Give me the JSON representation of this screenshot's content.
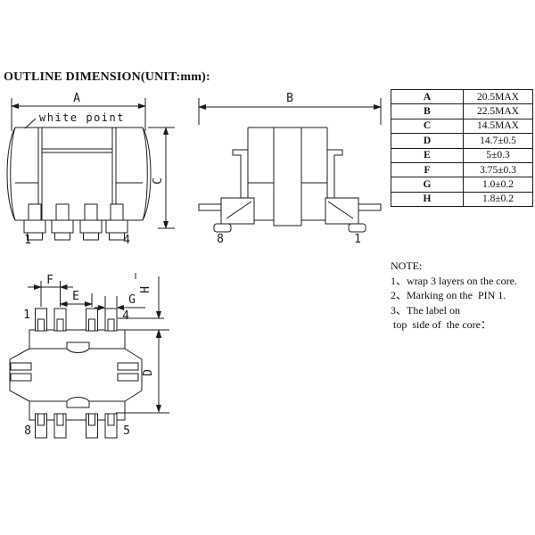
{
  "title": "OUTLINE DIMENSION(UNIT:mm):",
  "views": {
    "front": {
      "dim_a": "A",
      "dim_c": "C",
      "white_point": "white point",
      "pin_left": "1",
      "pin_right": "4"
    },
    "side": {
      "dim_b": "B",
      "pin_left": "8",
      "pin_right": "1"
    },
    "bottom": {
      "dim_f": "F",
      "dim_e": "E",
      "dim_g": "G",
      "dim_h": "H",
      "dim_d": "D",
      "pin_top_left": "1",
      "pin_top_right": "4",
      "pin_bottom_left": "8",
      "pin_bottom_right": "5"
    }
  },
  "dimension_table": {
    "rows": [
      [
        "A",
        "20.5MAX"
      ],
      [
        "B",
        "22.5MAX"
      ],
      [
        "C",
        "14.5MAX"
      ],
      [
        "D",
        "14.7±0.5"
      ],
      [
        "E",
        "5±0.3"
      ],
      [
        "F",
        "3.75±0.3"
      ],
      [
        "G",
        "1.0±0.2"
      ],
      [
        "H",
        "1.8±0.2"
      ]
    ]
  },
  "note": {
    "heading": "NOTE:",
    "lines": [
      "1、wrap 3 layers on the core.",
      "2、Marking on the  PIN 1.",
      "3、The label on",
      " top  side of  the core："
    ]
  },
  "colors": {
    "line": "#1c1c1c",
    "background": "#ffffff"
  }
}
